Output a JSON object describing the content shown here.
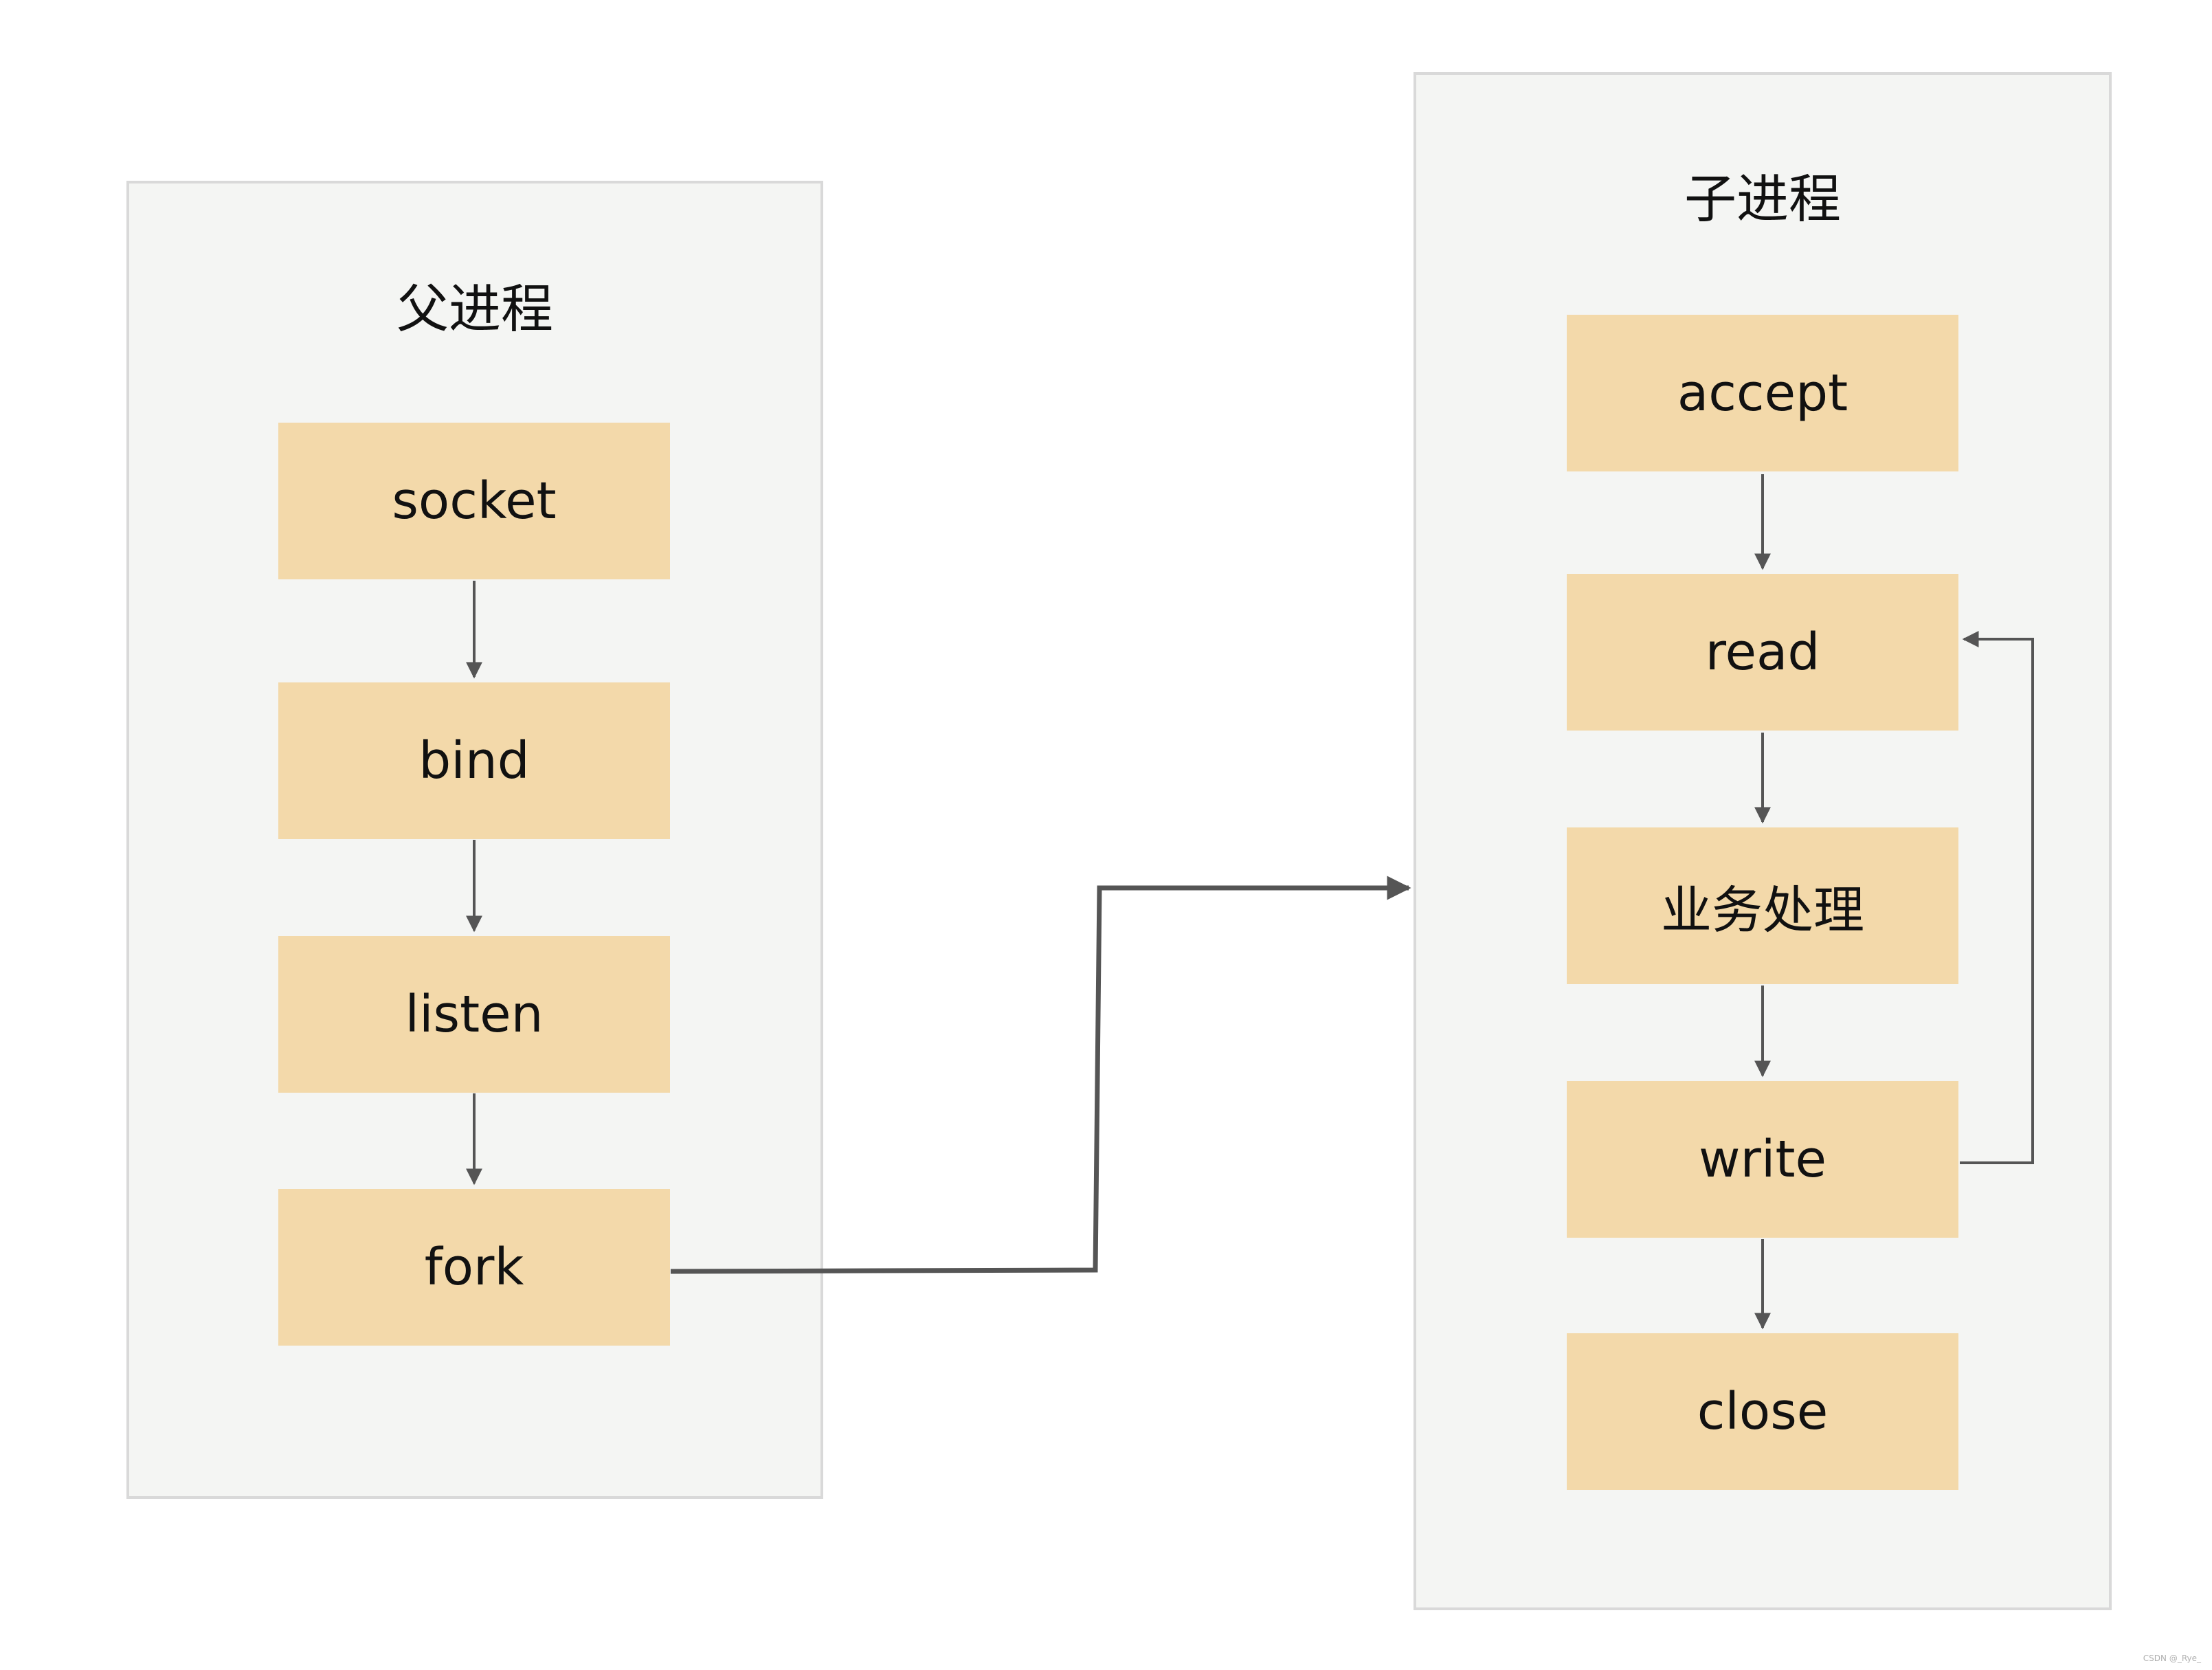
{
  "parent_process": {
    "title": "父进程",
    "steps": [
      "socket",
      "bind",
      "listen",
      "fork"
    ]
  },
  "child_process": {
    "title": "子进程",
    "steps": [
      "accept",
      "read",
      "业务处理",
      "write",
      "close"
    ]
  },
  "watermark": "CSDN @_Rye_",
  "colors": {
    "panel_bg": "#f4f5f3",
    "panel_border": "#d9d9d9",
    "box_fill": "#f3d9aa",
    "arrow": "#555555"
  }
}
